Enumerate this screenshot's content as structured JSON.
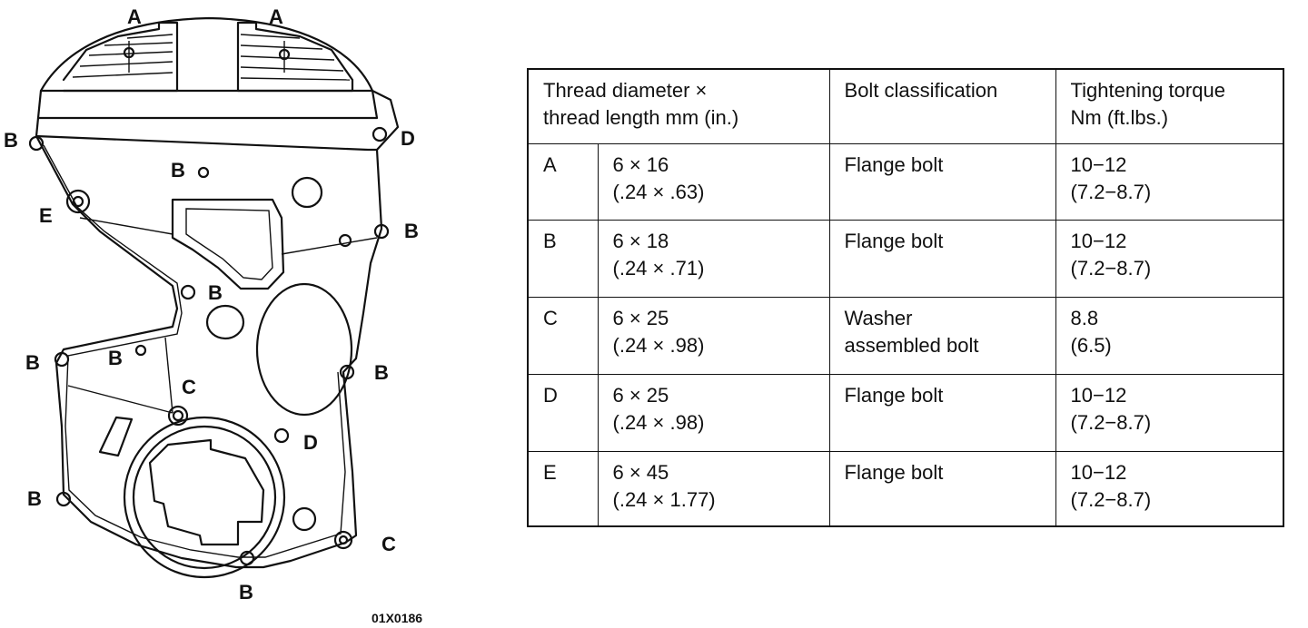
{
  "diagram": {
    "code": "01X0186",
    "labels": {
      "a1": "A",
      "a2": "A",
      "b1": "B",
      "b2": "B",
      "b3": "B",
      "b4": "B",
      "b5": "B",
      "b6": "B",
      "b7": "B",
      "b8": "B",
      "b9": "B",
      "c1": "C",
      "c2": "C",
      "d1": "D",
      "d2": "D",
      "e1": "E"
    }
  },
  "table": {
    "headers": {
      "thread": "Thread diameter ×\nthread length mm (in.)",
      "classification": "Bolt classification",
      "torque": "Tightening torque\nNm (ft.lbs.)"
    },
    "rows": [
      {
        "key": "A",
        "size": "6 × 16\n(.24 × .63)",
        "classification": "Flange bolt",
        "torque": "10−12\n(7.2−8.7)"
      },
      {
        "key": "B",
        "size": "6 × 18\n(.24 × .71)",
        "classification": "Flange bolt",
        "torque": "10−12\n(7.2−8.7)"
      },
      {
        "key": "C",
        "size": "6 × 25\n(.24 × .98)",
        "classification": "Washer\nassembled bolt",
        "torque": "8.8\n(6.5)"
      },
      {
        "key": "D",
        "size": "6 × 25\n(.24 × .98)",
        "classification": "Flange bolt",
        "torque": "10−12\n(7.2−8.7)"
      },
      {
        "key": "E",
        "size": "6 × 45\n(.24 × 1.77)",
        "classification": "Flange bolt",
        "torque": "10−12\n(7.2−8.7)"
      }
    ]
  }
}
